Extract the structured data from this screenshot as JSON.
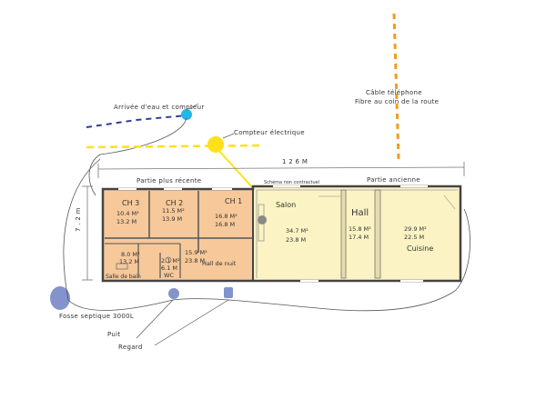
{
  "annotations": {
    "water": "Arrivée d'eau et compteur",
    "phone_line1": "Câble téléphone",
    "phone_line2": "Fibre au coin de la route",
    "meter": "Compteur électrique",
    "width_dim": "1 2 6 M",
    "depth_dim": "7 . 2 m",
    "recent": "Partie plus récente",
    "ancient": "Partie ancienne",
    "nonbinding": "Schéma non contractuel",
    "septic": "Fosse septique 3000L",
    "well": "Puit",
    "manhole": "Regard"
  },
  "rooms": {
    "ch3": {
      "name": "CH 3",
      "area": "10.4 M²",
      "vol": "13.2 M"
    },
    "ch2": {
      "name": "CH 2",
      "area": "11.5 M²",
      "vol": "13.9 M"
    },
    "ch1": {
      "name": "CH 1",
      "area": "16.8 M²",
      "vol": "16.8 M"
    },
    "bath": {
      "name": "Salle de bain",
      "area": "8.0 M²",
      "vol": "13.2 M"
    },
    "wc": {
      "name": "WC",
      "area": "2.1 M²",
      "vol": "6.1 M"
    },
    "hall_nuit": {
      "name": "Hall de nuit",
      "area": "15.9 M²",
      "vol": "23.8 M"
    },
    "salon": {
      "name": "Salon",
      "area": "34.7 M²",
      "vol": "23.8 M"
    },
    "hall": {
      "name": "Hall",
      "area": "15.8 M²",
      "vol": "17.4 M"
    },
    "cuisine": {
      "name": "Cuisine",
      "area": "29.9 M²",
      "vol": "22.5 M"
    }
  },
  "colors": {
    "recent_fill": "#f6c89a",
    "ancient_fill": "#fbf3c4",
    "water": "#21b7e6",
    "electric": "#ffe11a",
    "phone": "#f59c1f",
    "septic": "#6f80c2",
    "wall": "#444444"
  }
}
